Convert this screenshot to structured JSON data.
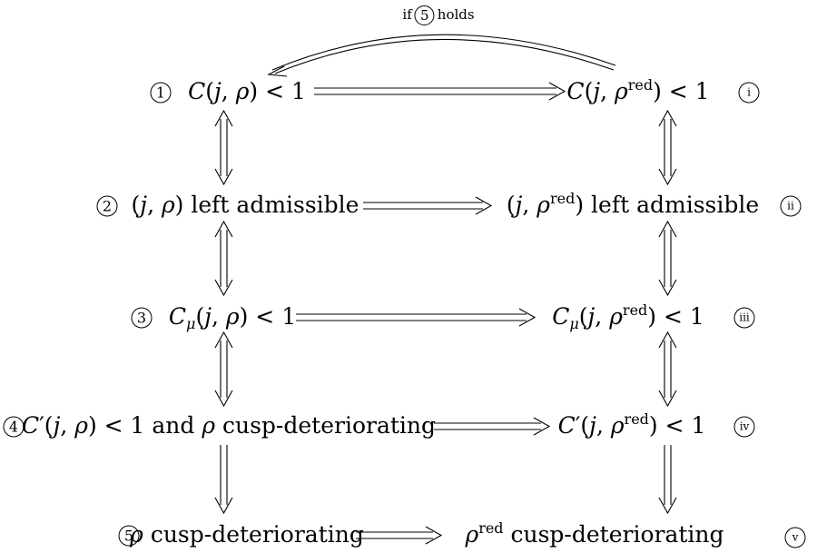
{
  "top_label": {
    "prefix": "if",
    "circled": "5",
    "suffix": "holds"
  },
  "rows": [
    {
      "left_num": "1",
      "left_text": "C(j, ρ) < 1",
      "right_text": "C(j, ρred) < 1",
      "right_num": "i"
    },
    {
      "left_num": "2",
      "left_text": "(j, ρ) left admissible",
      "right_text": "(j, ρred) left admissible",
      "right_num": "ii"
    },
    {
      "left_num": "3",
      "left_text": "Cμ(j, ρ) < 1",
      "right_text": "Cμ(j, ρred) < 1",
      "right_num": "iii"
    },
    {
      "left_num": "4",
      "left_text": "C′(j, ρ) < 1 and ρ cusp-deteriorating",
      "right_text": "C′(j, ρred) < 1",
      "right_num": "iv"
    },
    {
      "left_num": "5",
      "left_text": "ρ cusp-deteriorating",
      "right_text": "ρred cusp-deteriorating",
      "right_num": "v"
    }
  ],
  "arrows": {
    "horizontal": "⟹",
    "vertical_equivalence": "⟺",
    "vertical_implication": "⟹"
  }
}
